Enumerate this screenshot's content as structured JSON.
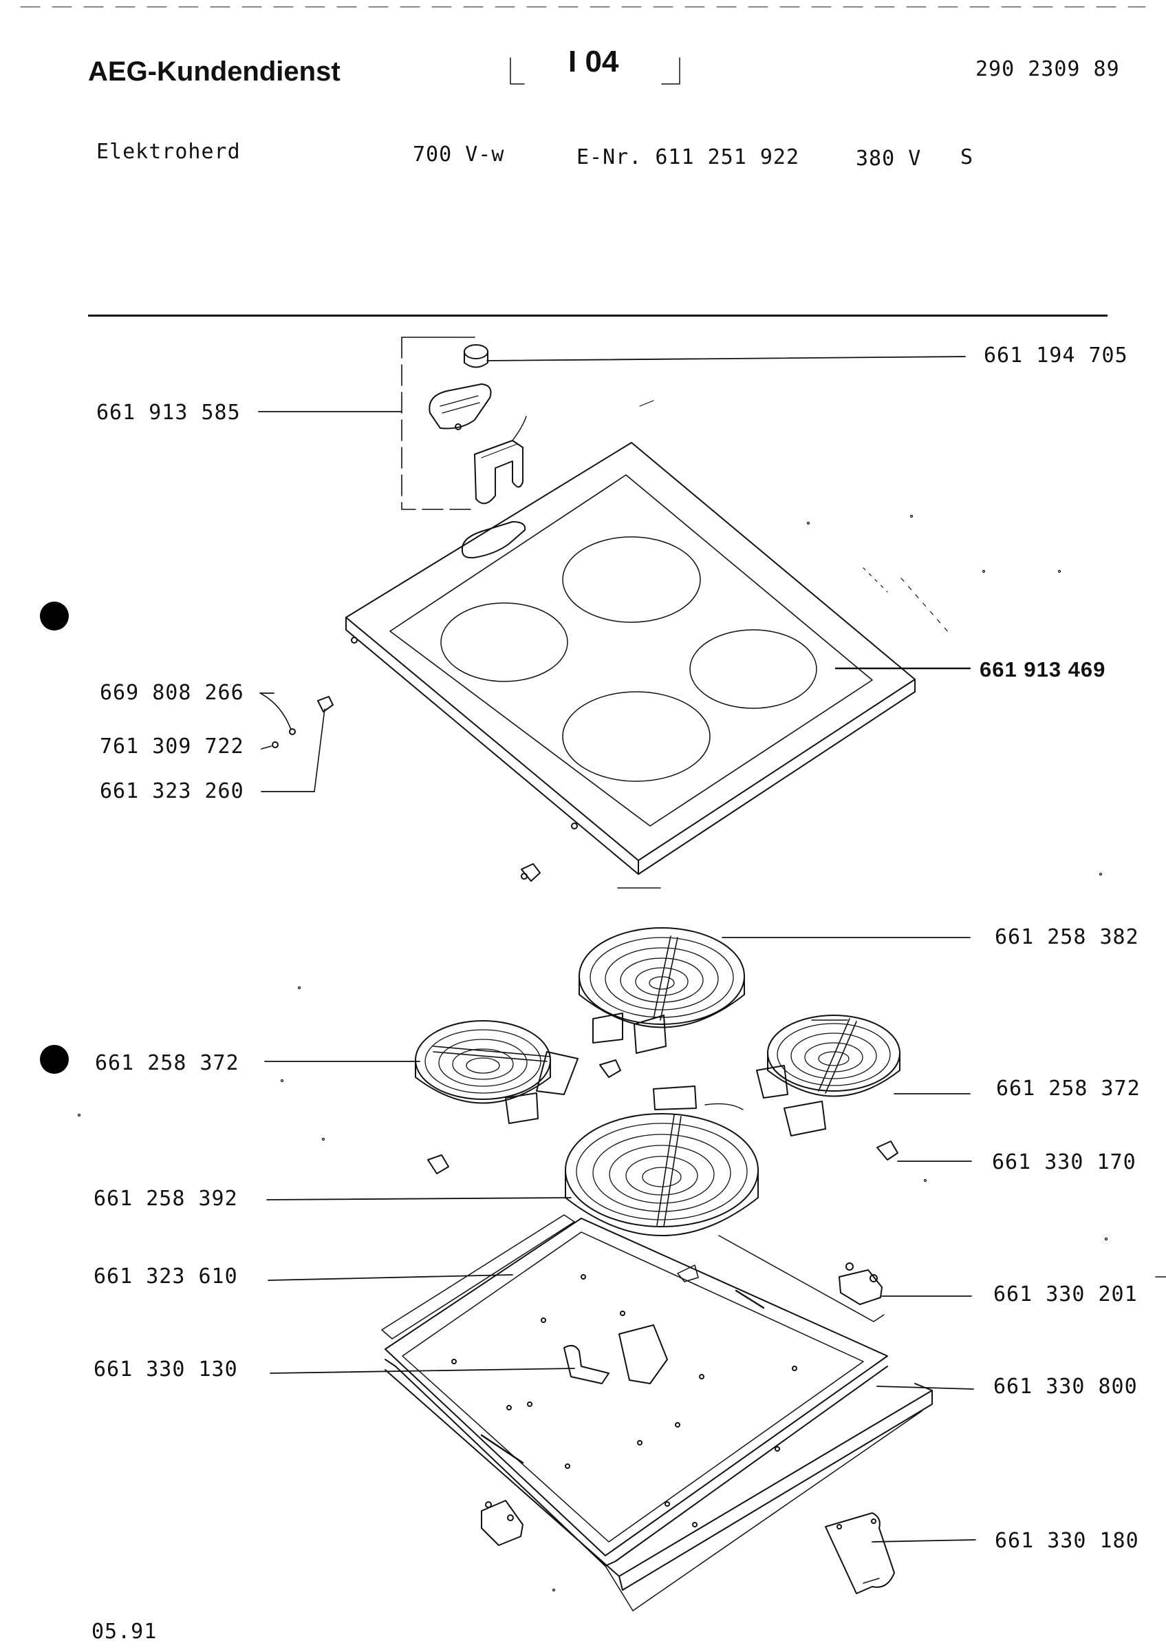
{
  "header": {
    "brand": "AEG-Kundendienst",
    "sheet_code": "I 04",
    "document_number": "290 2309 89"
  },
  "appliance": {
    "type": "Elektroherd",
    "model": "700 V-w",
    "enr": "E-Nr. 611 251 922",
    "voltage": "380 V",
    "variant": "S"
  },
  "parts": [
    {
      "id": "p1",
      "number": "661 194 705"
    },
    {
      "id": "p2",
      "number": "661 913 585"
    },
    {
      "id": "p3",
      "number": "661 913 469"
    },
    {
      "id": "p4",
      "number": "669 808 266"
    },
    {
      "id": "p5",
      "number": "761 309 722"
    },
    {
      "id": "p6",
      "number": "661 323 260"
    },
    {
      "id": "p7",
      "number": "661 258 382"
    },
    {
      "id": "p8",
      "number": "661 258 372"
    },
    {
      "id": "p9",
      "number": "661 258 372"
    },
    {
      "id": "p10",
      "number": "661 330 170"
    },
    {
      "id": "p11",
      "number": "661 258 392"
    },
    {
      "id": "p12",
      "number": "661 323 610"
    },
    {
      "id": "p13",
      "number": "661 330 201"
    },
    {
      "id": "p14",
      "number": "661 330 130"
    },
    {
      "id": "p15",
      "number": "661 330 800"
    },
    {
      "id": "p16",
      "number": "661 330 180"
    }
  ],
  "footer": {
    "date": "05.91"
  }
}
